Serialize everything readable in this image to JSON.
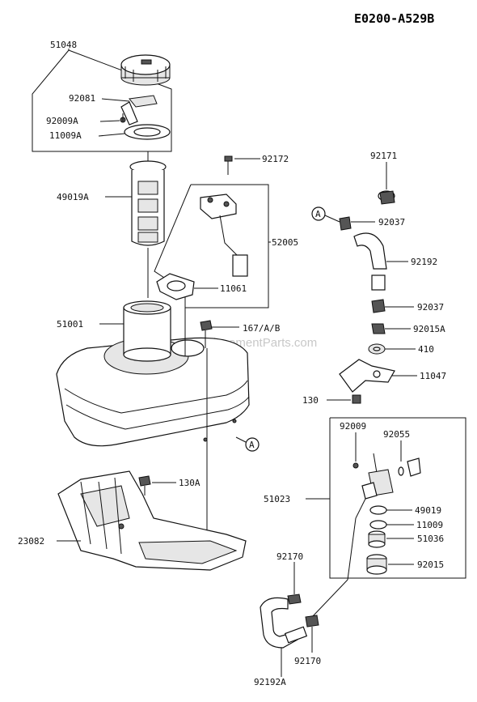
{
  "diagram": {
    "code": "E0200-A529B",
    "watermark": "eReplacementParts.com",
    "callout_letter": "A"
  },
  "labels": [
    {
      "id": "51048",
      "text": "51048"
    },
    {
      "id": "92081",
      "text": "92081"
    },
    {
      "id": "92009A",
      "text": "92009A"
    },
    {
      "id": "11009A",
      "text": "11009A"
    },
    {
      "id": "49019A",
      "text": "49019A"
    },
    {
      "id": "92172",
      "text": "92172"
    },
    {
      "id": "52005",
      "text": "52005"
    },
    {
      "id": "11061",
      "text": "11061"
    },
    {
      "id": "51001",
      "text": "51001"
    },
    {
      "id": "167AB",
      "text": "167/A/B"
    },
    {
      "id": "130A",
      "text": "130A"
    },
    {
      "id": "23082",
      "text": "23082"
    },
    {
      "id": "92171",
      "text": "92171"
    },
    {
      "id": "92037a",
      "text": "92037"
    },
    {
      "id": "92192",
      "text": "92192"
    },
    {
      "id": "92037b",
      "text": "92037"
    },
    {
      "id": "92015A",
      "text": "92015A"
    },
    {
      "id": "410",
      "text": "410"
    },
    {
      "id": "11047",
      "text": "11047"
    },
    {
      "id": "130",
      "text": "130"
    },
    {
      "id": "92009",
      "text": "92009"
    },
    {
      "id": "92055",
      "text": "92055"
    },
    {
      "id": "51023",
      "text": "51023"
    },
    {
      "id": "49019",
      "text": "49019"
    },
    {
      "id": "11009",
      "text": "11009"
    },
    {
      "id": "51036",
      "text": "51036"
    },
    {
      "id": "92015",
      "text": "92015"
    },
    {
      "id": "92170a",
      "text": "92170"
    },
    {
      "id": "92170b",
      "text": "92170"
    },
    {
      "id": "92192A",
      "text": "92192A"
    }
  ]
}
